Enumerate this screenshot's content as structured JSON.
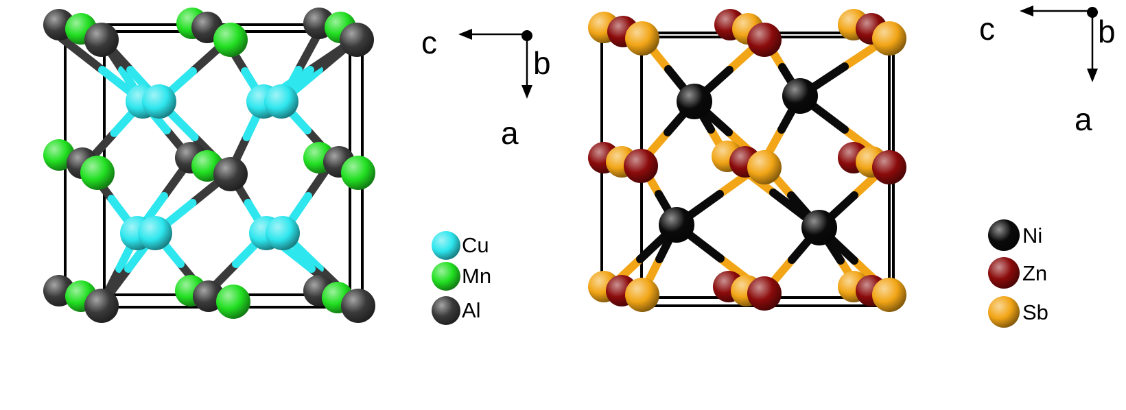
{
  "panels": [
    {
      "id": "left",
      "legend": [
        {
          "symbol": "Cu",
          "color": "#2ee6ee"
        },
        {
          "symbol": "Mn",
          "color": "#22e022"
        },
        {
          "symbol": "Al",
          "color": "#3a3a3a"
        }
      ],
      "axes": {
        "horizontal": "c",
        "vertical": "a",
        "out_of_plane": "b"
      },
      "bond_colors": [
        "#2ee6ee",
        "#3a3a3a"
      ]
    },
    {
      "id": "right",
      "legend": [
        {
          "symbol": "Ni",
          "color": "#0a0a0a"
        },
        {
          "symbol": "Zn",
          "color": "#8b0b0b"
        },
        {
          "symbol": "Sb",
          "color": "#f2a516"
        }
      ],
      "axes": {
        "horizontal": "c",
        "vertical": "a",
        "out_of_plane": "b"
      },
      "bond_colors": [
        "#f2a516",
        "#0a0a0a"
      ]
    }
  ]
}
